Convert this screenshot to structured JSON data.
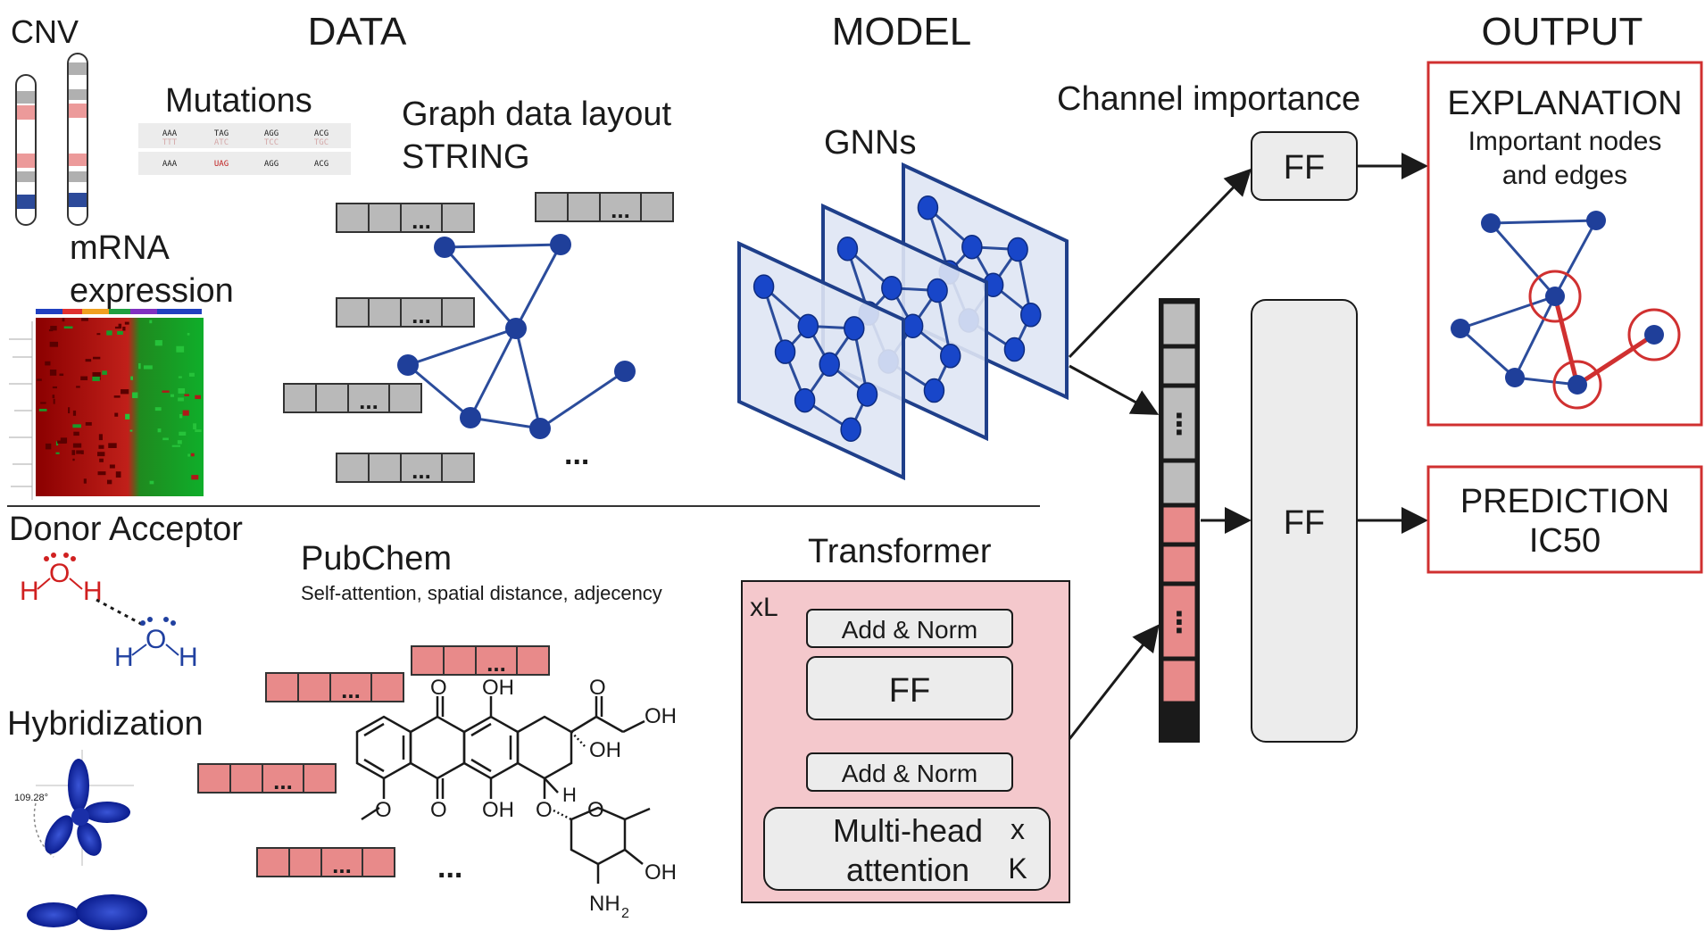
{
  "headers": {
    "data": "DATA",
    "model": "MODEL",
    "output": "OUTPUT"
  },
  "data_inputs": {
    "cnv": "CNV",
    "mutations": "Mutations",
    "mutation_rows": [
      [
        "AAA",
        "TAG",
        "AGG",
        "ACG"
      ],
      [
        "AAA",
        "UAG",
        "AGG",
        "ACG"
      ]
    ],
    "mutation_rows_faded": [
      "TTT",
      "ATC",
      "TCC",
      "TGC"
    ],
    "mrna_line1": "mRNA",
    "mrna_line2": "expression",
    "graph_line1": "Graph data layout",
    "graph_line2": "STRING",
    "ellipsis": "...",
    "donor_acceptor": "Donor Acceptor",
    "hybridization": "Hybridization",
    "angle": "109.28°",
    "pubchem": "PubChem",
    "pubchem_sub": "Self-attention, spatial distance, adjecency"
  },
  "molecule": {
    "atoms": [
      "O",
      "OH",
      "O",
      "OH",
      "OH",
      "O",
      "O",
      "OH",
      "H",
      "O",
      "O",
      "OH",
      "NH",
      "2"
    ]
  },
  "water": {
    "donor": [
      "H",
      "O",
      "H"
    ],
    "acceptor": [
      "H",
      "O",
      "H"
    ]
  },
  "model": {
    "gnns": "GNNs",
    "transformer": "Transformer",
    "repeat": "xL",
    "add_norm_top": "Add & Norm",
    "ff": "FF",
    "add_norm_bottom": "Add & Norm",
    "mha_line1": "Multi-head",
    "mha_line2": "attention",
    "mha_x": "x",
    "mha_k": "K",
    "channel_importance": "Channel importance",
    "ff_top": "FF",
    "ff_big": "FF",
    "vector_dots": "⋮"
  },
  "output": {
    "explanation": "EXPLANATION",
    "explanation_sub1": "Important nodes",
    "explanation_sub2": "and edges",
    "prediction": "PREDICTION",
    "prediction_sub": "IC50"
  },
  "colors": {
    "node_blue": "#2b4c9b",
    "edge_blue": "#2b4c9b",
    "highlight_red": "#d03030",
    "pink_fill": "#e88a8a",
    "gray_fill": "#b9b9b9",
    "transformer_bg": "#f4c8cc"
  }
}
